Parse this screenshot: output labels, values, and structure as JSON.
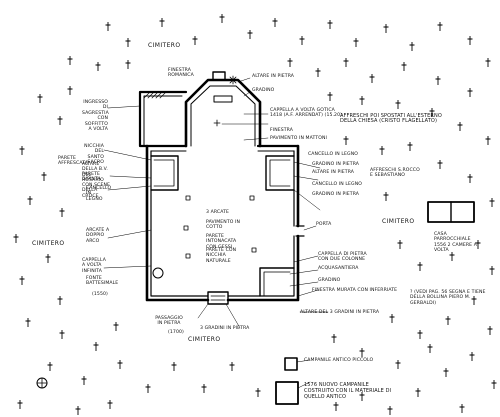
{
  "cemetery": {
    "top": "CIMITERO",
    "left": "CIMITERO",
    "right": "CIMITERO",
    "bottom": "CIMITERO"
  },
  "labels": {
    "finestra_romanica": "FINESTRA ROMANICA",
    "altare_pietra_top": "ALTARE IN PIETRA",
    "gradino_top": "GRADINO",
    "cappella_volta": "CAPPELLA A VOLTA GOTICA 1418 (A.F. ARRENDAT) (15.20)",
    "affreschi_spostati": "AFFRESCHI POI SPOSTATI ALL'ESTERNO DELLA CHIESA (CRISTO FLAGELLATO)",
    "finestra": "FINESTRA",
    "pavimento_mattoni": "PAVIMENTO IN MATTONI",
    "ingresso_sagrestia": "INGRESSO DI SAGRESTIA CON SOFFITTO A VOLTA",
    "nicchia_sacramento": "NICCHIA DEL SANTO SACRO",
    "parete_affrescata": "PARETE AFFRESCATA",
    "altare_sinistra": "ALTARE DELLA B.V. DEL ROSARIO",
    "parete_dipinta": "PARETE DIPINTA CON SCENE DELLA CROCE",
    "gradino_pietra": "GRADINO IN PIETRA",
    "cancello_legno_left": "CANCELLO IN LEGNO",
    "cancello_legno_right": "CANCELLO IN LEGNO",
    "gradino_pietra_right": "GRADINO IN PIETRA",
    "altare_pietra_right": "ALTARE IN PIETRA",
    "affreschi_rocco": "AFFRESCHI S.ROCCO E SEBASTIANO",
    "cancello_legno_right2": "CANCELLO IN LEGNO",
    "arcate": "ARCATE A DOPPIO ARCO",
    "tre_arcate": "3 ARCATE",
    "pavimento_cotto": "PAVIMENTO IN COTTO",
    "parete_gessi": "PARETE INTONACATA CON GESSI",
    "parete_nicchia": "PARETE CON NICCHIA NATURALE",
    "porta": "PORTA",
    "cappella_vetrina": "CAPPELLA A VOLTA INFINITA",
    "fonte_battesimale": "FONTE BATTESIMALE",
    "fonte_anno": "(1550)",
    "cappella_pietra": "CAPPELLA DI PIETRA CON DUE COLONNE",
    "acquasantiera": "ACQUASANTIERA",
    "gradino_right": "GRADINO",
    "finestra_murata": "FINESTRA MURATA CON INFERRIATE",
    "passaggio_pietra": "PASSAGGIO IN PIETRA",
    "passaggio_anno": "(1700)",
    "tre_gradini": "3 GRADINI IN PIETRA",
    "altare_gradino": "ALTARE DEL 3 GRADINI IN PIETRA",
    "note_bollina": "? (VEDI PAG. 56 SEGNA E TIENE DELLA BOLLINA PIERO M. GERBALDI)",
    "casa_parrocchiale": "CASA PARROCCHIALE 1556 2 CAMERE A VOLTA",
    "campanile_antico": "CAMPANILE ANTICO PICCOLO",
    "campanile_nuovo": "1576 NUOVO CAMPANILE COSTRUITO CON IL MATERIALE DI QUELLO ANTICO"
  },
  "icons": {
    "grave_cross": "cross-icon",
    "north_compass": "compass-icon",
    "star": "star-icon"
  }
}
